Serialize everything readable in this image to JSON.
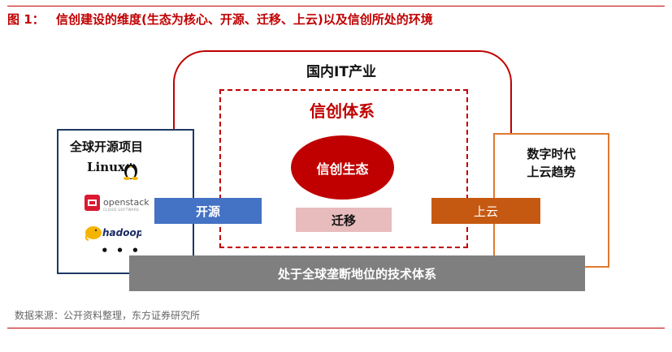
{
  "caption": {
    "number": "图 1：",
    "text": "信创建设的维度(生态为核心、开源、迁移、上云)以及信创所处的环境"
  },
  "diagram": {
    "outer_title": "国内IT产业",
    "inner_title": "信创体系",
    "core": "信创生态",
    "migrate": "迁移",
    "open_source": "开源",
    "cloud": "上云",
    "left_box": {
      "title": "全球开源项目",
      "linux": "Linux",
      "openstack": "openstack",
      "openstack_sub": "CLOUD SOFTWARE",
      "hadoop": "hadoop",
      "more": "• • •"
    },
    "right_box": {
      "line1": "数字时代",
      "line2": "上云趋势"
    },
    "bottom_bar": "处于全球垄断地位的技术体系"
  },
  "source": "数据来源：公开资料整理，东方证券研究所",
  "colors": {
    "brand_red": "#c00000",
    "open_blue": "#4472c4",
    "cloud_orange": "#c65911",
    "gray_bar": "#7f7f7f",
    "migrate_pink": "#e8bcbc"
  }
}
